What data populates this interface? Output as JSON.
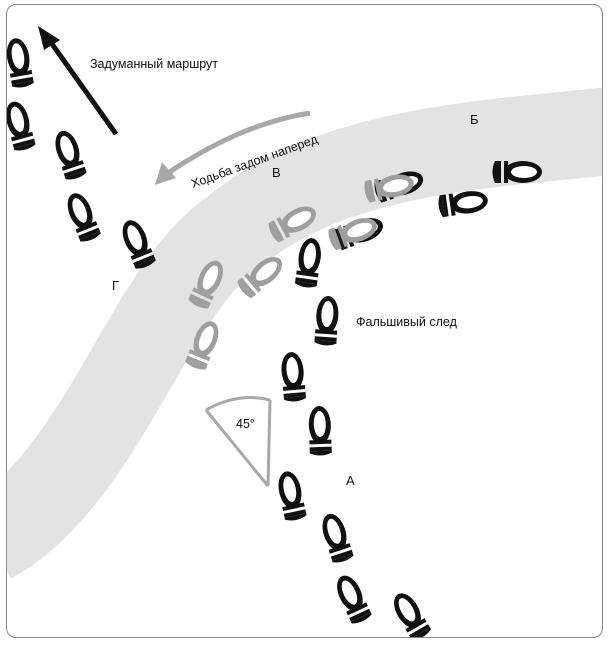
{
  "labels": {
    "intended_route": "Задуманный маршрут",
    "walking_backwards": "Ходьба задом наперед",
    "false_trail": "Фальшивый след",
    "angle": "45°",
    "point_a": "А",
    "point_b": "Б",
    "point_v": "В",
    "point_g": "Г"
  },
  "colors": {
    "road": "#e3e3e3",
    "footprint_dark": "#111111",
    "footprint_faded": "#9e9e9e",
    "arrow_gray": "#a8a8a8",
    "frame": "#8a8a8a"
  },
  "icons": {
    "footprint": "shoe-print-icon",
    "arrow": "arrow-icon"
  }
}
